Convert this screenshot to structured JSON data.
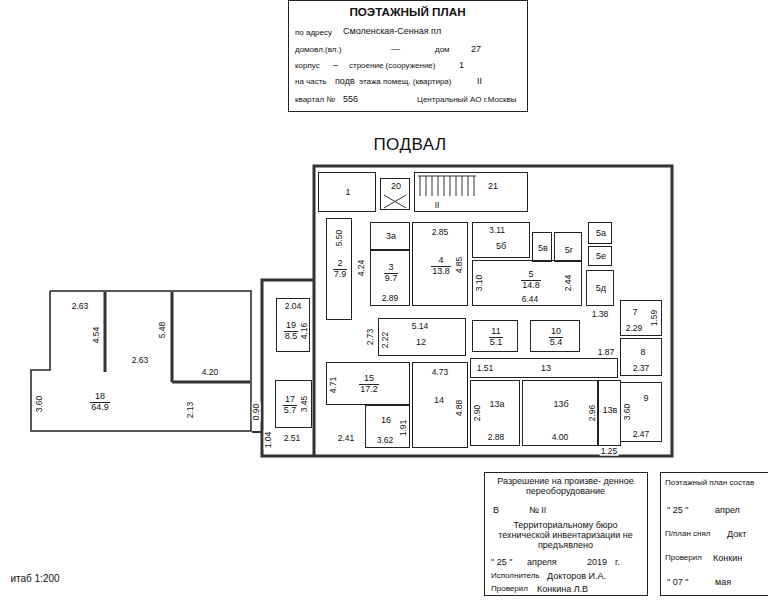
{
  "diagram": {
    "title": "ПОДВАЛ",
    "nodes": [
      {
        "text": [
          "ПОЭТАЖНЫЙ ПЛАН",
          "по адресу",
          "Смоленская-Сенная пл",
          "домовл.(вл.)",
          "—",
          "дом",
          "27",
          "корпус",
          "–",
          "строение (сооружение)",
          "1",
          "на часть",
          "подв",
          "этажа помещ. (квартира)",
          "II",
          "квартал №",
          "556",
          "Центральный АО г.Москвы"
        ]
      },
      {
        "text": [
          "1"
        ]
      },
      {
        "text": [
          "20"
        ]
      },
      {
        "text": [
          "21"
        ]
      },
      {
        "text": [
          "2",
          "7.9"
        ]
      },
      {
        "text": [
          "3а"
        ]
      },
      {
        "text": [
          "3",
          "9.7"
        ]
      },
      {
        "text": [
          "4",
          "13.8"
        ]
      },
      {
        "text": [
          "5б"
        ]
      },
      {
        "text": [
          "5в"
        ]
      },
      {
        "text": [
          "5г"
        ]
      },
      {
        "text": [
          "5а"
        ]
      },
      {
        "text": [
          "5е"
        ]
      },
      {
        "text": [
          "5",
          "14.8"
        ]
      },
      {
        "text": [
          "5д"
        ]
      },
      {
        "text": [
          "19",
          "8.5"
        ]
      },
      {
        "text": [
          "12"
        ]
      },
      {
        "text": [
          "11",
          "5.1"
        ]
      },
      {
        "text": [
          "10",
          "5.4"
        ]
      },
      {
        "text": [
          "7"
        ]
      },
      {
        "text": [
          "8"
        ]
      },
      {
        "text": [
          "18",
          "64.9"
        ]
      },
      {
        "text": [
          "15",
          "17.2"
        ]
      },
      {
        "text": [
          "14"
        ]
      },
      {
        "text": [
          "13"
        ]
      },
      {
        "text": [
          "13а"
        ]
      },
      {
        "text": [
          "13б"
        ]
      },
      {
        "text": [
          "13в"
        ]
      },
      {
        "text": [
          "9"
        ]
      },
      {
        "text": [
          "17",
          "5.7"
        ]
      },
      {
        "text": [
          "16"
        ]
      },
      {
        "text": [
          "Разрешение на произве- денное переоборудование",
          "В",
          "№ II",
          "Территориальному бюро технической инвентаризации не предъявлено",
          "\" 25 \"",
          "апреля",
          "2019",
          "г.",
          "Исполнитель",
          "Докторов И.А.",
          "Проверил",
          "Конкина Л.В"
        ]
      },
      {
        "text": [
          "Поэтажный план состав",
          "\" 25 \"",
          "апрел",
          "П/план снял",
          "Докт",
          "Проверил",
          "Конкин",
          "\" 07 \"",
          "мая"
        ]
      }
    ],
    "labels": [
      "II",
      "5.50",
      "4.24",
      "2.89",
      "2.85",
      "4.85",
      "3.11",
      "3.10",
      "2.44",
      "6.44",
      "1.38",
      "2.04",
      "4.16",
      "5.14",
      "2.73",
      "2.22",
      "2.29",
      "1.59",
      "1.87",
      "2.37",
      "2.63",
      "4.54",
      "5.48",
      "2.63",
      "4.20",
      "3.60",
      "2.13",
      "4.71",
      "4.73",
      "4.88",
      "1.51",
      "3.60",
      "2.47",
      "0.90",
      "1.04",
      "3.45",
      "2.51",
      "2.41",
      "3.62",
      "1.91",
      "2.90",
      "2.88",
      "4.00",
      "2.96",
      "1.25",
      "итаб 1:200"
    ]
  }
}
